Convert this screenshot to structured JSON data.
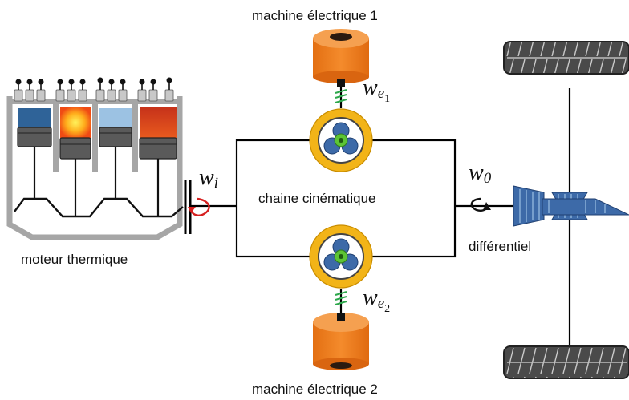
{
  "labels": {
    "engine": "moteur thermique",
    "machine1": "machine électrique 1",
    "machine2": "machine électrique 2",
    "transmission": "chaine cinématique",
    "differential": "différentiel"
  },
  "speeds": {
    "input": {
      "symbol": "w",
      "sub": "i"
    },
    "output": {
      "symbol": "w",
      "sub": "0"
    },
    "machine1": {
      "symbol": "w",
      "sub": "e",
      "subsub": "1"
    },
    "machine2": {
      "symbol": "w",
      "sub": "e",
      "subsub": "2"
    }
  },
  "colors": {
    "machine_body": "#f07d1e",
    "gear_ring": "#f2b418",
    "gear_blue": "#3d6aa8",
    "gear_center": "#5dc435",
    "wheel": "#444444",
    "engine_frame": "#a6a6a6",
    "cylinder_dark_blue": "#2f6398",
    "cylinder_hot": "#ffae1c",
    "cylinder_light_blue": "#9cc2e3",
    "cylinder_red": "#d43a1a",
    "input_arrow": "#d62020",
    "spring": "#2ea84c"
  },
  "icons": [
    "engine-icon",
    "electric-machine-icon",
    "planetary-gear-icon",
    "wheel-icon",
    "differential-icon",
    "clutch-icon",
    "spark-plug-icon"
  ]
}
